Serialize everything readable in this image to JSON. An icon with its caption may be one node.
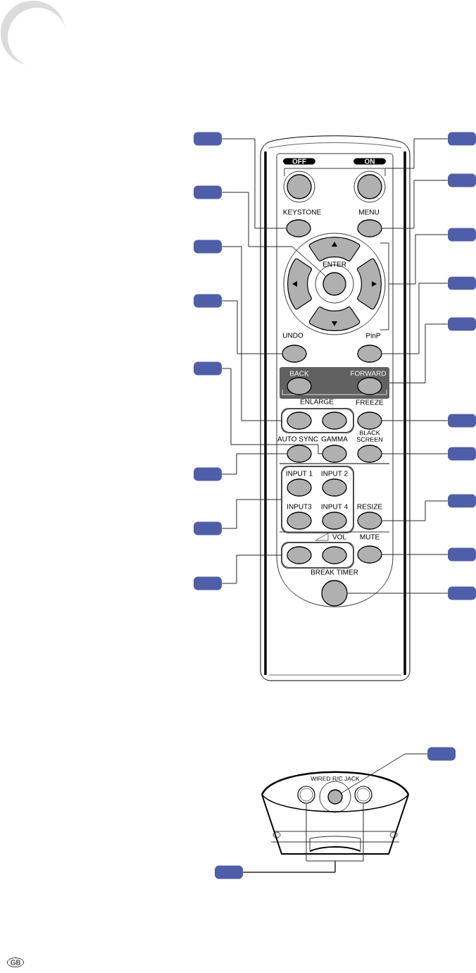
{
  "diagram": {
    "nodes": [
      {
        "text": [],
        "shape": "box"
      },
      {
        "text": [],
        "shape": "box"
      },
      {
        "text": [],
        "shape": "box"
      },
      {
        "text": [],
        "shape": "box"
      },
      {
        "text": [],
        "shape": "box"
      },
      {
        "text": [],
        "shape": "box"
      },
      {
        "text": [],
        "shape": "box"
      },
      {
        "text": [],
        "shape": "box"
      },
      {
        "text": [],
        "shape": "box"
      },
      {
        "text": [],
        "shape": "box"
      },
      {
        "text": [],
        "shape": "box"
      },
      {
        "text": [],
        "shape": "box"
      },
      {
        "text": [],
        "shape": "box"
      },
      {
        "text": [],
        "shape": "box"
      },
      {
        "text": [],
        "shape": "box"
      },
      {
        "text": [],
        "shape": "box"
      },
      {
        "text": [],
        "shape": "box"
      },
      {
        "text": [],
        "shape": "box"
      },
      {
        "text": [],
        "shape": "box"
      },
      {
        "text": [],
        "shape": "box"
      },
      {
        "text": [
          "OFF",
          "ON"
        ]
      },
      {
        "text": [
          "KEYSTONE"
        ]
      },
      {
        "text": [
          "MENU"
        ]
      },
      {
        "text": [],
        "shape": "circle"
      },
      {
        "text": [
          "ENTER"
        ],
        "in": 23
      },
      {
        "text": [
          "UNDO"
        ]
      },
      {
        "text": [
          "PinP"
        ]
      },
      {
        "text": [
          "BACK",
          "FORWARD"
        ]
      },
      {
        "text": [
          "ENLARGE"
        ]
      },
      {
        "text": [
          "FREEZE"
        ]
      },
      {
        "text": [
          "AUTO SYNC"
        ]
      },
      {
        "text": [
          "GAMMA"
        ]
      },
      {
        "text": [
          "BLACK SCREEN"
        ]
      },
      {
        "text": [
          "INPUT 1",
          "INPUT 2",
          "INPUT3",
          "INPUT 4"
        ]
      },
      {
        "text": [
          "RESIZE"
        ]
      },
      {
        "text": [
          "VOL"
        ]
      },
      {
        "text": [
          "MUTE"
        ]
      },
      {
        "text": [
          "BREAK TIMER"
        ]
      },
      {
        "text": [
          "WIRED R/C JACK"
        ]
      },
      {
        "text": [],
        "shape": "circle"
      },
      {
        "text": [],
        "shape": "circle"
      }
    ],
    "edges": [
      {
        "from": 0,
        "to": 21,
        "arrow": "none"
      },
      {
        "from": 1,
        "to": 24,
        "arrow": "none"
      },
      {
        "from": 2,
        "to": 28,
        "arrow": "none"
      },
      {
        "from": 3,
        "to": 25,
        "arrow": "none"
      },
      {
        "from": 4,
        "to": 31,
        "arrow": "none"
      },
      {
        "from": 5,
        "to": 30,
        "arrow": "none"
      },
      {
        "from": 6,
        "to": 33,
        "arrow": "none"
      },
      {
        "from": 7,
        "to": 35,
        "arrow": "none"
      },
      {
        "from": 8,
        "to": 20,
        "arrow": "none"
      },
      {
        "from": 9,
        "to": 22,
        "arrow": "none"
      },
      {
        "from": 10,
        "to": 23,
        "arrow": "none"
      },
      {
        "from": 11,
        "to": 26,
        "arrow": "none"
      },
      {
        "from": 12,
        "to": 27,
        "arrow": "none"
      },
      {
        "from": 13,
        "to": 29,
        "arrow": "none"
      },
      {
        "from": 14,
        "to": 32,
        "arrow": "none"
      },
      {
        "from": 15,
        "to": 34,
        "arrow": "none"
      },
      {
        "from": 16,
        "to": 36,
        "arrow": "none"
      },
      {
        "from": 17,
        "to": 37,
        "arrow": "none"
      },
      {
        "from": 18,
        "to": 38,
        "arrow": "none"
      },
      {
        "from": 19,
        "to": 39,
        "arrow": "none"
      },
      {
        "from": 19,
        "to": 40,
        "arrow": "none"
      }
    ],
    "labels": [
      "GB"
    ]
  }
}
